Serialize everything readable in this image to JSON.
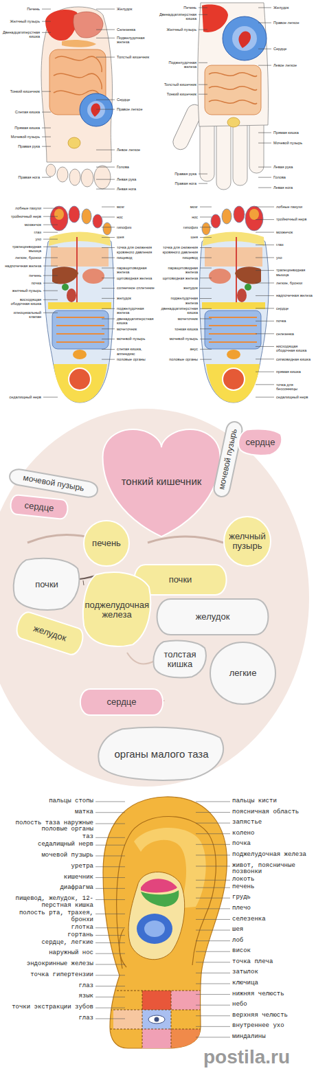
{
  "diagram": {
    "nodes": [
      {
        "text": [
          "тонкий кишечник"
        ]
      },
      {
        "text": [
          "мочевой пузырь"
        ]
      },
      {
        "text": [
          "сердце"
        ]
      },
      {
        "text": [
          "мочевой пузырь"
        ]
      },
      {
        "text": [
          "сердце"
        ]
      },
      {
        "text": [
          "печень"
        ]
      },
      {
        "text": [
          "желчный пузырь"
        ]
      },
      {
        "text": [
          "почки"
        ]
      },
      {
        "text": [
          "почки"
        ]
      },
      {
        "text": [
          "поджелудочная железа"
        ]
      },
      {
        "text": [
          "желудок"
        ]
      },
      {
        "text": [
          "желудок"
        ]
      },
      {
        "text": [
          "толстая кишка"
        ]
      },
      {
        "text": [
          "легкие"
        ]
      },
      {
        "text": [
          "сердце"
        ]
      },
      {
        "text": [
          "органы малого таза"
        ]
      }
    ],
    "labels": [
      "Печень",
      "Желчный пузырь",
      "Двенадцатиперстная кишка",
      "Тонкий кишечник",
      "Слепая кишка",
      "Прямая кишка",
      "Мочевой пузырь",
      "Правая рука",
      "Правая нога",
      "Желудок",
      "Селезенка",
      "Поджелудочная железа",
      "Толстый кишечник",
      "Сердце",
      "Правое легкое",
      "Левое легкое",
      "Голова",
      "Левая рука",
      "Левая нога",
      "Печень",
      "Двенадцатиперстная кишка",
      "Желчный пузырь",
      "Поджелудочная железа",
      "Толстый кишечник",
      "Тонкий кишечник",
      "Правая рука",
      "Правая нога",
      "Желудок",
      "Правое легкое",
      "Сердце",
      "Левое легкое",
      "Прямая кишка",
      "Мочевой пузырь",
      "Левая рука",
      "Голова",
      "Левая нога",
      "лобные пазухи",
      "тройничный нерв",
      "мозжечок",
      "глаз",
      "ухо",
      "трапециевидная мышца",
      "легкие, бронхи",
      "надпочечная железа",
      "печень",
      "почка",
      "желчный пузырь",
      "восходящая ободочная кишка",
      "илеоцекальный клапан",
      "седалищный нерв",
      "мозг",
      "нос",
      "гипофиз",
      "шея",
      "точка для снижения кровяного давления",
      "пищевод",
      "паращитовидная железа",
      "щитовидная железа",
      "солнечное сплетение",
      "желудок",
      "поджелудочная железа",
      "двенадцатиперстная кишка",
      "мочеточник",
      "мочевой пузырь",
      "слепая кишка, аппендикс",
      "половые органы",
      "мозг",
      "нос",
      "гипофиз",
      "шея",
      "точка для снижения кровяного давления",
      "пищевод",
      "паращитовидная железа",
      "щитовидная железа",
      "желудок",
      "поджелудочная железа",
      "двенадцатиперстная кишка",
      "мочеточник",
      "тонкая кишка",
      "мочевой пузырь",
      "анус",
      "половые органы",
      "лобные пазухи",
      "тройничный нерв",
      "мозжечок",
      "глаз",
      "ухо",
      "трапециевидная мышца",
      "легкие, бронхи",
      "надпочечная железа",
      "сердце",
      "почка",
      "селезенка",
      "нисходящая ободочная кишка",
      "сигмовидная кишка",
      "прямая кишка",
      "точка для бессонницы",
      "седалищный нерв",
      "пальцы стопы",
      "матка",
      "полость таза наружные половые органы",
      "таз",
      "седалищный нерв",
      "мочевой пузырь",
      "уретра",
      "кишечник",
      "диафрагма",
      "пищевод, желудок, 12-перстная кишка",
      "полость рта, трахея, бронхи",
      "глотка",
      "гортань",
      "сердце, легкие",
      "наружный нос",
      "эндокринные железы",
      "точка гипертензии",
      "глаз",
      "язык",
      "точки экстракции зубов",
      "глаз",
      "пальцы кисти",
      "поясничная область",
      "запястье",
      "колено",
      "почка",
      "поджелудочная железа",
      "живот, поясничные позвонки",
      "локоть",
      "печень",
      "грудь",
      "плечо",
      "селезенка",
      "шея",
      "лоб",
      "висок",
      "точка плеча",
      "затылок",
      "ключица",
      "нижняя челюсть",
      "небо",
      "верхняя челюсть",
      "внутреннее ухо",
      "миндалины",
      "postila.ru"
    ]
  }
}
